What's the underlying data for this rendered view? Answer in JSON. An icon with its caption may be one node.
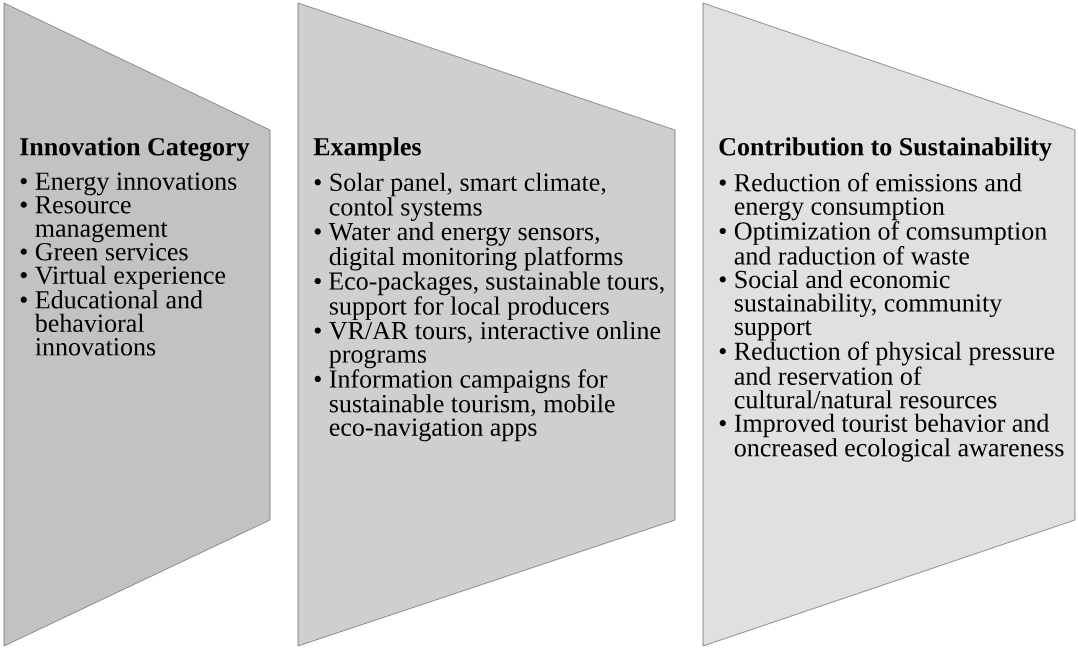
{
  "diagram": {
    "nodes": [
      {
        "text": [
          "Innovation Category",
          "• Energy innovations",
          "• Resource management",
          "• Green services",
          "• Virtual experience",
          "• Educational and behavioral innovations"
        ]
      },
      {
        "text": [
          "Examples",
          "• Solar panel, smart climate, contol systems",
          "• Water and energy sensors, digital monitoring platforms",
          "• Eco-packages, sustainable tours, support for local producers",
          "• VR/AR tours, interactive online programs",
          "• Information campaigns for sustainable tourism, mobile eco-navigation apps"
        ]
      },
      {
        "text": [
          "Contribution to Sustainability",
          "• Reduction of emissions and energy consumption",
          "• Optimization of comsumption and raduction of waste",
          "• Social and economic sustainability, community support",
          "• Reduction of physical pressure and reservation of cultural/natural resources",
          "• Improved tourist behavior and oncreased ecological awareness"
        ]
      }
    ]
  }
}
